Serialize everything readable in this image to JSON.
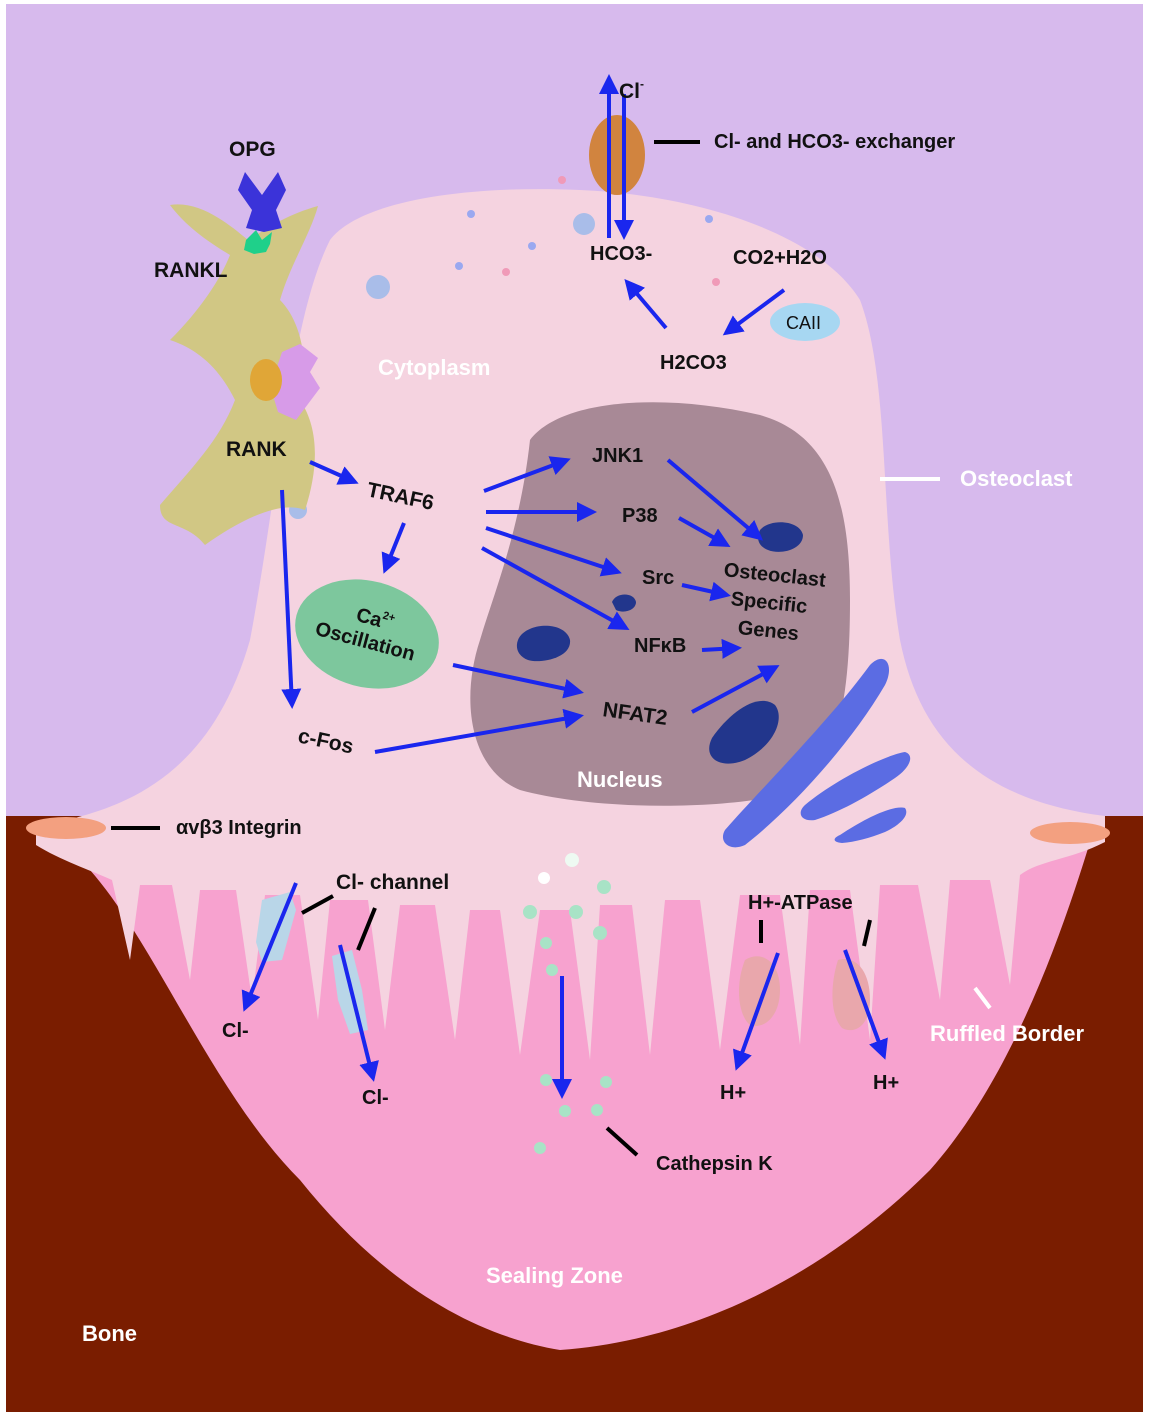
{
  "colors": {
    "background": "#d7baed",
    "bone": "#7a1d00",
    "cell": "#f5d3e0",
    "sealing_zone": "#f7a2cf",
    "nucleus": "#a88996",
    "arrow": "#1a26ee",
    "opg": "#3b33d9",
    "rankl_cell": "#d1c784",
    "rank_receptor": "#d79be8",
    "exchanger": "#d1843f",
    "calcium_blob": "#7dc79d",
    "caii_ellipse": "#a7d7f2",
    "integrin": "#f3a080",
    "h_atpase": "#e9a7ac"
  },
  "labels": {
    "opg": "OPG",
    "rankl": "RANKL",
    "rank": "RANK",
    "cytoplasm": "Cytoplasm",
    "osteoclast": "Osteoclast",
    "nucleus": "Nucleus",
    "traf6": "TRAF6",
    "jnk1": "JNK1",
    "p38": "P38",
    "src": "Src",
    "nfkb": "NFκB",
    "nfat2": "NFAT2",
    "cfos": "c-Fos",
    "ca_osc_ca": "Ca",
    "ca_osc_sup": "2+",
    "ca_osc_word": "Oscillation",
    "genes_1": "Osteoclast",
    "genes_2": "Specific",
    "genes_3": "Genes",
    "cl_top": "Cl",
    "cl_top_sup": "-",
    "exchanger": "Cl- and HCO3- exchanger",
    "hco3": "HCO3-",
    "co2_h2o": "CO2+H2O",
    "caii": "CAII",
    "h2co3": "H2CO3",
    "integrin": "αvβ3 Integrin",
    "cl_channel": "Cl- channel",
    "cl_left": "Cl-",
    "cl_right": "Cl-",
    "h_atpase": "H+-ATPase",
    "h_left": "H+",
    "h_right": "H+",
    "cathepsin": "Cathepsin K",
    "ruffled_border": "Ruffled Border",
    "sealing_zone": "Sealing Zone",
    "bone": "Bone"
  }
}
